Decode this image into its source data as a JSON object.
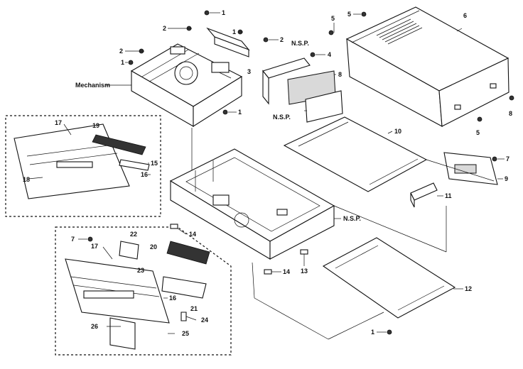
{
  "callouts": {
    "c1a": "1",
    "c1b": "1",
    "c1c": "1",
    "c1d": "1",
    "c1e": "1",
    "c2a": "2",
    "c2b": "2",
    "c2c": "2",
    "c3": "3",
    "c4": "4",
    "c5a": "5",
    "c5b": "5",
    "c5c": "5",
    "c6": "6",
    "c7a": "7",
    "c7b": "7",
    "c8a": "8",
    "c8b": "8",
    "c9": "9",
    "c10": "10",
    "c11": "11",
    "c12": "12",
    "c13": "13",
    "c14a": "14",
    "c14b": "14",
    "c15": "15",
    "c16a": "16",
    "c16b": "16",
    "c17a": "17",
    "c17b": "17",
    "c18": "18",
    "c19": "19",
    "c20": "20",
    "c21": "21",
    "c22": "22",
    "c23": "23",
    "c24": "24",
    "c25": "25",
    "c26": "26",
    "mechanism": "Mechanism",
    "nsp_a": "N.S.P.",
    "nsp_b": "N.S.P.",
    "nsp_c": "N.S.P."
  }
}
